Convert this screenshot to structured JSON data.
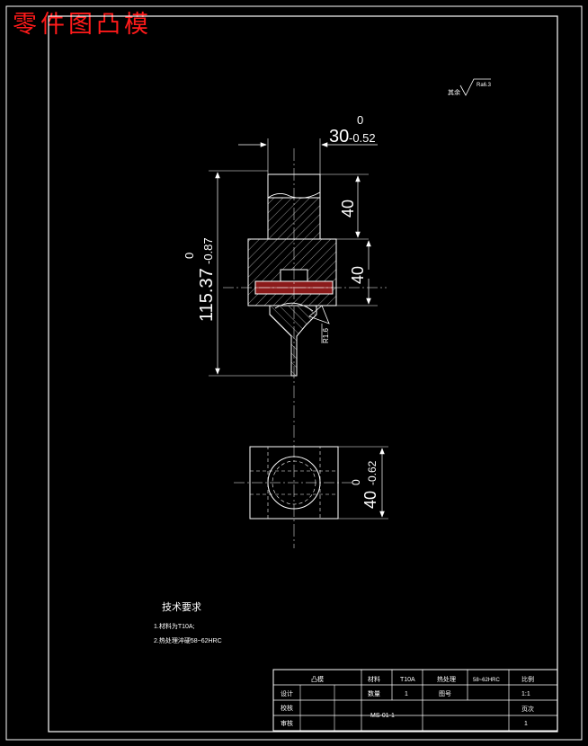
{
  "header": {
    "title": "零件图凸模"
  },
  "roughness": {
    "label": "其余",
    "value": "Ra6.3"
  },
  "dimensions": {
    "width_top": {
      "base": "30",
      "upper": "0",
      "lower": "-0.52"
    },
    "h_upper": "40",
    "h_lower": "40",
    "total_height": {
      "base": "115.37",
      "upper": "0",
      "lower": "-0.87"
    },
    "tip_roughness": "R1.6",
    "plan_width": {
      "base": "40",
      "upper": "0",
      "lower": "-0.62"
    }
  },
  "tech_requirements": {
    "title": "技术要求",
    "items": [
      "1.材料为T10A;",
      "2.热处理淬硬58~62HRC"
    ]
  },
  "title_block": {
    "part_name": "凸模",
    "material_label": "材料",
    "material_value": "T10A",
    "treatment_label": "热处理",
    "treatment_value": "58~62HRC",
    "scale_label": "比例",
    "scale_value": "1:1",
    "design_label": "设计",
    "quantity_label": "数量",
    "quantity_value": "1",
    "drawing_label": "图号",
    "check_label": "校核",
    "review_label": "审核",
    "drawing_no": "MS-01-1",
    "page_label": "页次",
    "page_value": "1"
  },
  "colors": {
    "line": "#ffffff",
    "insert": "#8b1a1a",
    "title": "#ff1a1a"
  }
}
